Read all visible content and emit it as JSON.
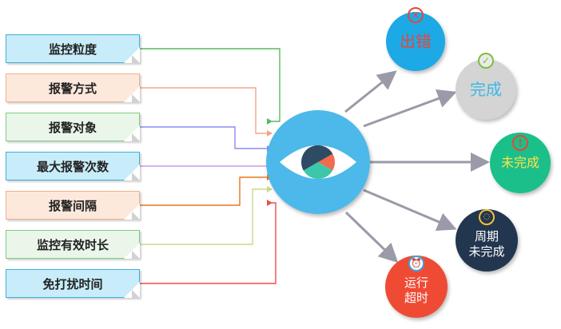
{
  "inputs": [
    {
      "label": "监控粒度",
      "bg": "#c8ecf9",
      "border": "#3db0d9",
      "line": "#5cb85c"
    },
    {
      "label": "报警方式",
      "bg": "#fde9dc",
      "border": "#f0b08b",
      "line": "#f4a58c"
    },
    {
      "label": "报警对象",
      "bg": "#eaf6ea",
      "border": "#7ccb7c",
      "line": "#8c8cf0"
    },
    {
      "label": "最大报警次数",
      "bg": "#c8ecf9",
      "border": "#3db0d9",
      "line": "#c79ce8"
    },
    {
      "label": "报警间隔",
      "bg": "#fde9dc",
      "border": "#f0b08b",
      "line": "#e8761e"
    },
    {
      "label": "监控有效时长",
      "bg": "#eaf6ea",
      "border": "#7ccb7c",
      "line": "#c6db8a"
    },
    {
      "label": "免打扰时间",
      "bg": "#c8ecf9",
      "border": "#3db0d9",
      "line": "#ef4d4d"
    }
  ],
  "center": {
    "icon": "eye-icon",
    "color": "#4db8ea"
  },
  "outputs": [
    {
      "label": "出错",
      "bg": "#1ca9e6",
      "text": "#e8473a",
      "icon": "error-x-icon",
      "badge": "✕",
      "badge_color": "#e8473a"
    },
    {
      "label": "完成",
      "bg": "#d4d4d4",
      "text": "#3eb7e8",
      "icon": "check-icon",
      "badge": "✓",
      "badge_color": "#7fbf3f"
    },
    {
      "label": "未完成",
      "bg": "#1bbf8a",
      "text": "#ffe24a",
      "icon": "alert-icon",
      "badge": "!",
      "badge_color": "#e8473a"
    },
    {
      "label": "周期\n未完成",
      "bg": "#23364f",
      "text": "#ffffff",
      "icon": "cycle-icon",
      "badge": "◌",
      "badge_color": "#f2c23a"
    },
    {
      "label": "运行\n超时",
      "bg": "#ef4b34",
      "text": "#ffffff",
      "icon": "alarm-clock-icon",
      "badge": "⏰",
      "badge_color": "#3fa3d8"
    }
  ]
}
